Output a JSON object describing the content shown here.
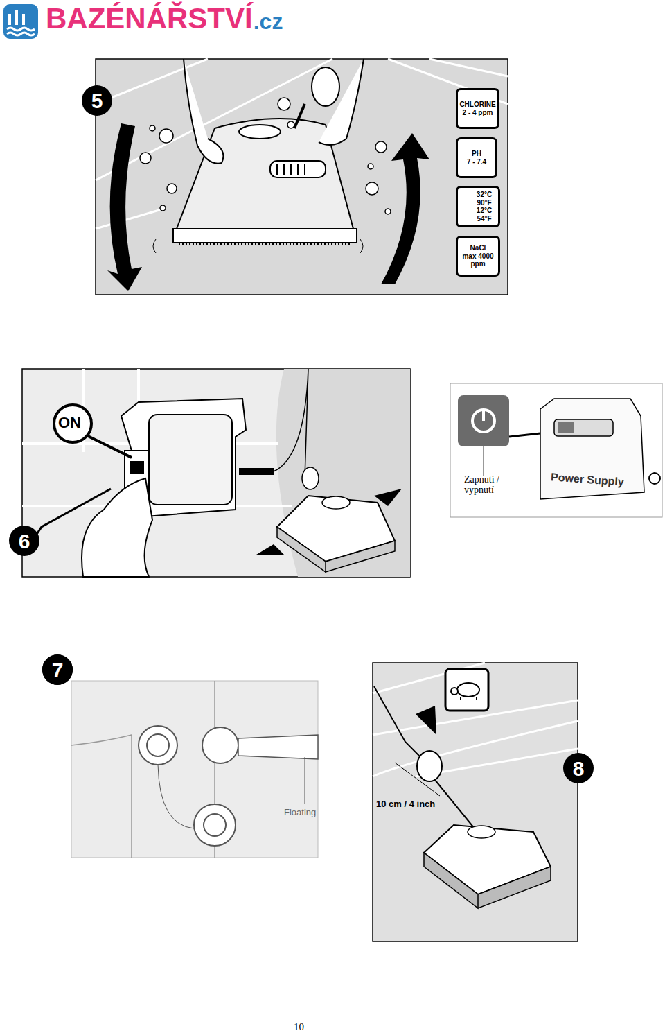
{
  "diagram": {
    "nodes": [
      {
        "text": [
          "CHLORINE",
          "2 - 4 ppm"
        ]
      },
      {
        "text": [
          "PH",
          "7 - 7.4"
        ]
      },
      {
        "text": [
          "32°C 90°F",
          "12°C 54°F"
        ]
      },
      {
        "text": [
          "NaCl",
          "max 4000 ppm"
        ]
      }
    ],
    "labels": [
      "BAZÉNÁŘSTVÍ",
      ".cz",
      "5",
      "ON",
      "6",
      "Zapnutí / vypnutí",
      "Power Supply",
      "7",
      "Floating",
      "10 cm / 4 inch",
      "8",
      "10"
    ]
  }
}
